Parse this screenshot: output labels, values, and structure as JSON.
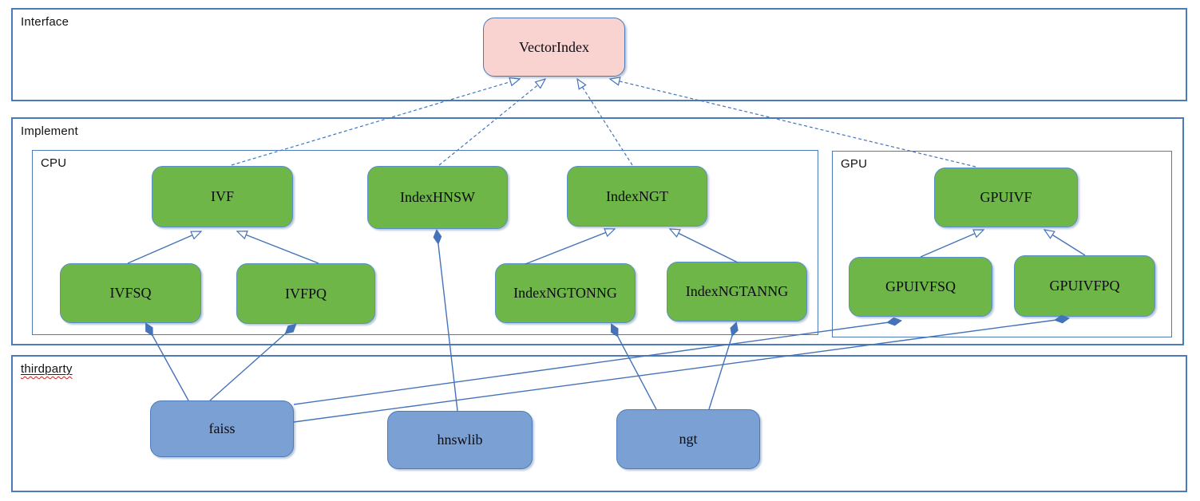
{
  "diagram": {
    "colors": {
      "container-border": "#4d7ab8",
      "edge-color": "#4473b9",
      "node-green": "#6db647",
      "node-green-border": "#5a8fc4",
      "node-blue": "#7aa0d4",
      "node-blue-border": "#4d7ab8",
      "node-pink": "#f9d3cf",
      "node-pink-border": "#4d7ab8",
      "text": "#0b0b12",
      "squiggle": "#cc2020"
    },
    "containers": {
      "interface": {
        "label": "Interface"
      },
      "implement": {
        "label": "Implement"
      },
      "cpu": {
        "label": "CPU"
      },
      "gpu": {
        "label": "GPU"
      },
      "thirdparty": {
        "label": "thirdparty"
      }
    },
    "nodes": {
      "vectorindex": {
        "label": "VectorIndex",
        "type": "interface"
      },
      "ivf": {
        "label": "IVF",
        "type": "cpu-class"
      },
      "indexhnsw": {
        "label": "IndexHNSW",
        "type": "cpu-class"
      },
      "indexngt": {
        "label": "IndexNGT",
        "type": "cpu-class"
      },
      "ivfsq": {
        "label": "IVFSQ",
        "type": "cpu-class"
      },
      "ivfpq": {
        "label": "IVFPQ",
        "type": "cpu-class"
      },
      "indexngtonng": {
        "label": "IndexNGTONNG",
        "type": "cpu-class"
      },
      "indexngtanng": {
        "label": "IndexNGTANNG",
        "type": "cpu-class"
      },
      "gpuivf": {
        "label": "GPUIVF",
        "type": "gpu-class"
      },
      "gpuivfsq": {
        "label": "GPUIVFSQ",
        "type": "gpu-class"
      },
      "gpuivfpq": {
        "label": "GPUIVFPQ",
        "type": "gpu-class"
      },
      "faiss": {
        "label": "faiss",
        "type": "thirdparty-lib"
      },
      "hnswlib": {
        "label": "hnswlib",
        "type": "thirdparty-lib"
      },
      "ngt": {
        "label": "ngt",
        "type": "thirdparty-lib"
      }
    },
    "edges": {
      "realizations": [
        {
          "from": "IVF",
          "to": "VectorIndex",
          "style": "dashed",
          "arrow": "hollow-triangle"
        },
        {
          "from": "IndexHNSW",
          "to": "VectorIndex",
          "style": "dashed",
          "arrow": "hollow-triangle"
        },
        {
          "from": "IndexNGT",
          "to": "VectorIndex",
          "style": "dashed",
          "arrow": "hollow-triangle"
        },
        {
          "from": "GPUIVF",
          "to": "VectorIndex",
          "style": "dashed",
          "arrow": "hollow-triangle"
        }
      ],
      "generalizations": [
        {
          "from": "IVFSQ",
          "to": "IVF",
          "style": "solid",
          "arrow": "hollow-triangle"
        },
        {
          "from": "IVFPQ",
          "to": "IVF",
          "style": "solid",
          "arrow": "hollow-triangle"
        },
        {
          "from": "IndexNGTONNG",
          "to": "IndexNGT",
          "style": "solid",
          "arrow": "hollow-triangle"
        },
        {
          "from": "IndexNGTANNG",
          "to": "IndexNGT",
          "style": "solid",
          "arrow": "hollow-triangle"
        },
        {
          "from": "GPUIVFSQ",
          "to": "GPUIVF",
          "style": "solid",
          "arrow": "hollow-triangle"
        },
        {
          "from": "GPUIVFPQ",
          "to": "GPUIVF",
          "style": "solid",
          "arrow": "hollow-triangle"
        }
      ],
      "compositions": [
        {
          "from": "faiss",
          "to": "IVFSQ",
          "style": "solid",
          "arrow": "filled-diamond"
        },
        {
          "from": "faiss",
          "to": "IVFPQ",
          "style": "solid",
          "arrow": "filled-diamond"
        },
        {
          "from": "faiss",
          "to": "GPUIVFSQ",
          "style": "solid",
          "arrow": "filled-diamond"
        },
        {
          "from": "faiss",
          "to": "GPUIVFPQ",
          "style": "solid",
          "arrow": "filled-diamond"
        },
        {
          "from": "hnswlib",
          "to": "IndexHNSW",
          "style": "solid",
          "arrow": "filled-diamond"
        },
        {
          "from": "ngt",
          "to": "IndexNGTONNG",
          "style": "solid",
          "arrow": "filled-diamond"
        },
        {
          "from": "ngt",
          "to": "IndexNGTANNG",
          "style": "solid",
          "arrow": "filled-diamond"
        }
      ]
    }
  }
}
